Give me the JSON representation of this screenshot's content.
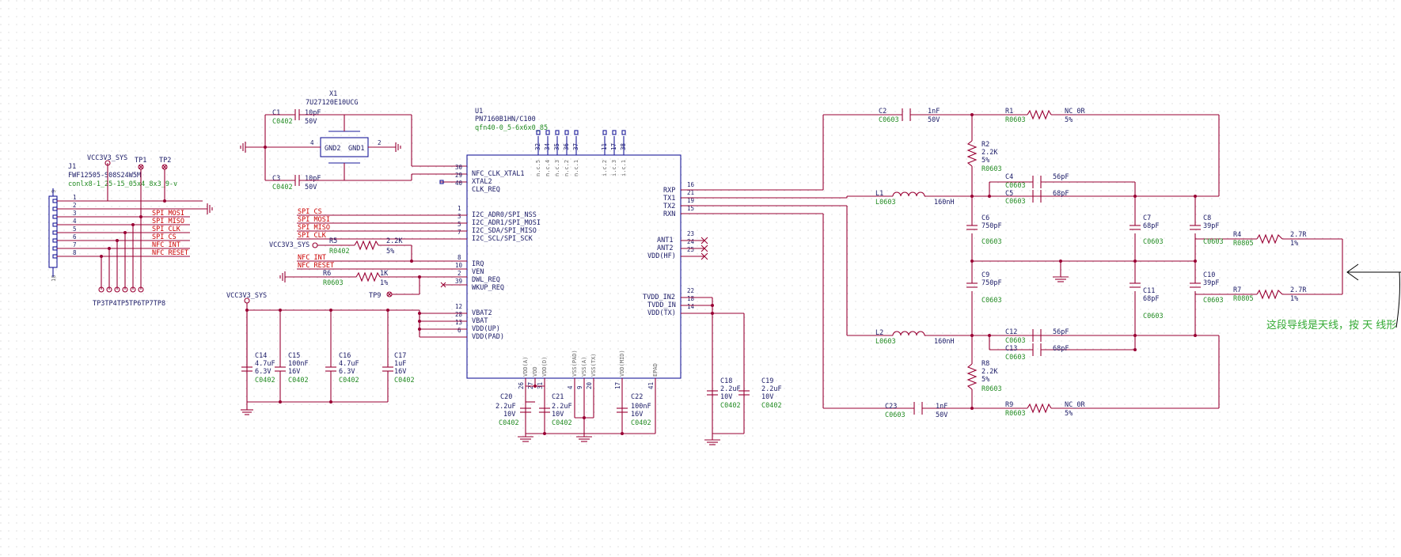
{
  "connector": {
    "ref": "J1",
    "part": "FWF12505-S08S24W5M",
    "footprint": "conlx8-1_25-15_05x4_8x3_9-v",
    "pin_top": "9",
    "pin_bottom": "10",
    "pins": [
      "1",
      "2",
      "3",
      "4",
      "5",
      "6",
      "7",
      "8"
    ]
  },
  "testpoints": {
    "tp1": "TP1",
    "tp2": "TP2",
    "tp9": "TP9",
    "group": "TP3TP4TP5TP6TP7TP8"
  },
  "nets": {
    "vcc": "VCC3V3_SYS",
    "mosi": "SPI MOSI",
    "miso": "SPI MISO",
    "clk": "SPI CLK",
    "cs": "SPI CS",
    "int": "NFC INT",
    "reset": "NFC RESET"
  },
  "crystal": {
    "ref": "X1",
    "part": "7U27120E10UCG",
    "gnd2": "GND2",
    "gnd1": "GND1",
    "p4": "4",
    "p2": "2"
  },
  "c1": {
    "ref": "C1",
    "val": "10pF",
    "fp": "C0402",
    "v": "50V"
  },
  "c3": {
    "ref": "C3",
    "val": "10pF",
    "fp": "C0402",
    "v": "50V"
  },
  "ic": {
    "ref": "U1",
    "part": "PN7160B1HN/C100",
    "pkg": "qfn40-0_5-6x6x0_85",
    "left": [
      {
        "n": "30",
        "t": "NFC_CLK_XTAL1"
      },
      {
        "n": "29",
        "t": "XTAL2"
      },
      {
        "n": "40",
        "t": "CLK_REQ"
      },
      {
        "n": "1",
        "t": "I2C_ADR0/SPI_NSS"
      },
      {
        "n": "3",
        "t": "I2C_ADR1/SPI_MOSI"
      },
      {
        "n": "5",
        "t": "I2C_SDA/SPI_MISO"
      },
      {
        "n": "7",
        "t": "I2C_SCL/SPI_SCK"
      },
      {
        "n": "8",
        "t": "IRQ"
      },
      {
        "n": "10",
        "t": "VEN"
      },
      {
        "n": "2",
        "t": "DWL_REQ"
      },
      {
        "n": "39",
        "t": "WKUP_REQ"
      },
      {
        "n": "12",
        "t": "VBAT2"
      },
      {
        "n": "28",
        "t": "VBAT"
      },
      {
        "n": "13",
        "t": "VDD(UP)"
      },
      {
        "n": "6",
        "t": "VDD(PAD)"
      }
    ],
    "right": [
      {
        "n": "16",
        "t": "RXP"
      },
      {
        "n": "21",
        "t": "TX1"
      },
      {
        "n": "19",
        "t": "TX2"
      },
      {
        "n": "15",
        "t": "RXN"
      },
      {
        "n": "23",
        "t": "ANT1"
      },
      {
        "n": "24",
        "t": "ANT2"
      },
      {
        "n": "25",
        "t": "VDD(HF)"
      },
      {
        "n": "22",
        "t": "TVDD_IN2"
      },
      {
        "n": "18",
        "t": "TVDD_IN"
      },
      {
        "n": "14",
        "t": "VDD(TX)"
      }
    ],
    "top": [
      {
        "n": "32",
        "t": "n.c.5"
      },
      {
        "n": "34",
        "t": "n.c.4"
      },
      {
        "n": "35",
        "t": "n.c.3"
      },
      {
        "n": "36",
        "t": "n.c.2"
      },
      {
        "n": "37",
        "t": "n.c.1"
      },
      {
        "n": "11",
        "t": "i.c.2"
      },
      {
        "n": "17",
        "t": "i.c.3"
      },
      {
        "n": "38",
        "t": "i.c.1"
      }
    ],
    "bottom": [
      {
        "n": "26",
        "t": "VDD(A)"
      },
      {
        "n": "27",
        "t": "VDD"
      },
      {
        "n": "31",
        "t": "VDD(D)"
      },
      {
        "n": "4",
        "t": "VSS(PAD)"
      },
      {
        "n": "9",
        "t": "VSS(A)"
      },
      {
        "n": "20",
        "t": "VSS(TX)"
      },
      {
        "n": "17",
        "t": "VDD(MID)"
      },
      {
        "n": "41",
        "t": "EPAD"
      }
    ]
  },
  "r5": {
    "ref": "R5",
    "val": "2.2K",
    "fp": "R0402",
    "tol": "5%"
  },
  "r6": {
    "ref": "R6",
    "val": "1K",
    "fp": "R0603",
    "tol": "1%"
  },
  "c14": {
    "ref": "C14",
    "val": "4.7uF",
    "v": "6.3V",
    "fp": "C0402"
  },
  "c15": {
    "ref": "C15",
    "val": "100nF",
    "v": "16V",
    "fp": "C0402"
  },
  "c16": {
    "ref": "C16",
    "val": "4.7uF",
    "v": "6.3V",
    "fp": "C0402"
  },
  "c17": {
    "ref": "C17",
    "val": "1uF",
    "v": "16V",
    "fp": "C0402"
  },
  "c20": {
    "ref": "C20",
    "val": "2.2uF",
    "v": "10V",
    "fp": "C0402"
  },
  "c21": {
    "ref": "C21",
    "val": "2.2uF",
    "v": "10V",
    "fp": "C0402"
  },
  "c22": {
    "ref": "C22",
    "val": "100nF",
    "v": "16V",
    "fp": "C0402"
  },
  "c18": {
    "ref": "C18",
    "val": "2.2uF",
    "v": "10V",
    "fp": "C0402"
  },
  "c19": {
    "ref": "C19",
    "val": "2.2uF",
    "v": "10V",
    "fp": "C0402"
  },
  "c2": {
    "ref": "C2",
    "val": "1nF",
    "fp": "C0603",
    "v": "50V"
  },
  "c23": {
    "ref": "C23",
    "val": "1nF",
    "fp": "C0603",
    "v": "50V"
  },
  "r1": {
    "ref": "R1",
    "val": "NC_0R",
    "fp": "R0603",
    "tol": "5%"
  },
  "r9": {
    "ref": "R9",
    "val": "NC_0R",
    "fp": "R0603",
    "tol": "5%"
  },
  "r2": {
    "ref": "R2",
    "val": "2.2K",
    "tol": "5%",
    "fp": "R0603"
  },
  "r8": {
    "ref": "R8",
    "val": "2.2K",
    "tol": "5%",
    "fp": "R0603"
  },
  "l1": {
    "ref": "L1",
    "fp": "L0603",
    "val": "160nH"
  },
  "l2": {
    "ref": "L2",
    "fp": "L0603",
    "val": "160nH"
  },
  "c4": {
    "ref": "C4",
    "fp": "C0603",
    "val": "56pF"
  },
  "c5": {
    "ref": "C5",
    "fp": "C0603",
    "val": "68pF"
  },
  "c12": {
    "ref": "C12",
    "fp": "C0603",
    "val": "56pF"
  },
  "c13": {
    "ref": "C13",
    "fp": "C0603",
    "val": "68pF"
  },
  "c6": {
    "ref": "C6",
    "val": "750pF",
    "fp": "C0603"
  },
  "c9": {
    "ref": "C9",
    "val": "750pF",
    "fp": "C0603"
  },
  "c7": {
    "ref": "C7",
    "val": "68pF",
    "fp": "C0603"
  },
  "c11": {
    "ref": "C11",
    "val": "68pF",
    "fp": "C0603"
  },
  "c8": {
    "ref": "C8",
    "val": "39pF",
    "fp": "C0603"
  },
  "c10": {
    "ref": "C10",
    "val": "39pF",
    "fp": "C0603"
  },
  "r4": {
    "ref": "R4",
    "fp": "R0805",
    "val": "2.7R",
    "tol": "1%"
  },
  "r7": {
    "ref": "R7",
    "fp": "R0805",
    "val": "2.7R",
    "tol": "1%"
  },
  "annotation": "这段导线是天线，按 天 线形"
}
